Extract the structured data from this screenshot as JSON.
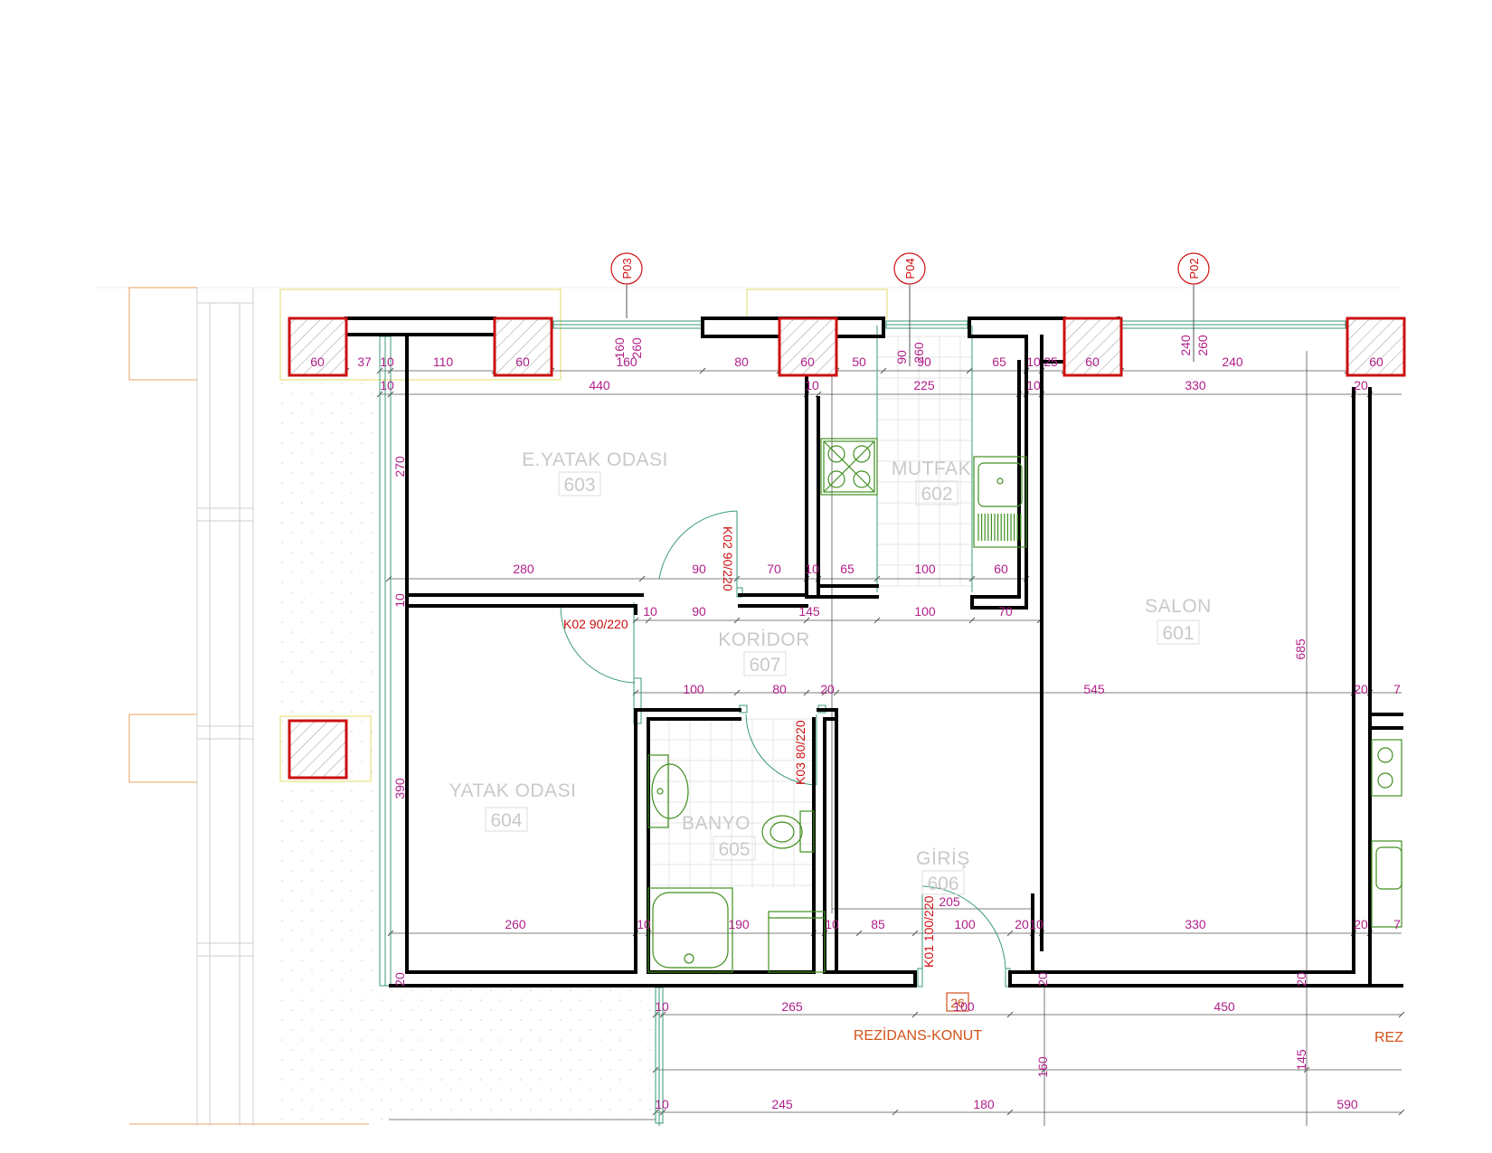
{
  "axes": [
    "P03",
    "P04",
    "P02"
  ],
  "rooms": {
    "e_yatak": {
      "name": "E.YATAK ODASI",
      "num": "603"
    },
    "mutfak": {
      "name": "MUTFAK",
      "num": "602"
    },
    "salon": {
      "name": "SALON",
      "num": "601"
    },
    "koridor": {
      "name": "KORİDOR",
      "num": "607"
    },
    "yatak": {
      "name": "YATAK ODASI",
      "num": "604"
    },
    "banyo": {
      "name": "BANYO",
      "num": "605"
    },
    "giris": {
      "name": "GİRİŞ",
      "num": "606"
    }
  },
  "doors": {
    "k02_top": "K02 90/220",
    "k02_left": "K02 90/220",
    "k03": "K03 80/220",
    "k01": "K01 100/220"
  },
  "zones": {
    "left": "REZİDANS-KONUT",
    "right": "REZ"
  },
  "entry_tag": "26",
  "dims": {
    "r1": [
      "60",
      "37",
      "10",
      "110",
      "60",
      "160",
      "80",
      "60",
      "50",
      "90",
      "65",
      "10",
      "25",
      "60",
      "240",
      "60"
    ],
    "r1_vert": [
      "160",
      "260",
      "90",
      "260",
      "240",
      "260"
    ],
    "r2": [
      "10",
      "440",
      "10",
      "225",
      "10",
      "330",
      "20"
    ],
    "r3": [
      "280",
      "90",
      "70",
      "10",
      "65",
      "100",
      "60"
    ],
    "r4": [
      "10",
      "10",
      "90",
      "145",
      "100",
      "70"
    ],
    "r5": [
      "100",
      "80",
      "20",
      "545",
      "20",
      "7"
    ],
    "r6": [
      "260",
      "10",
      "190",
      "10",
      "85",
      "100",
      "20",
      "10",
      "330",
      "20",
      "7"
    ],
    "r7": [
      "20",
      "20",
      "20"
    ],
    "r8": [
      "10",
      "265",
      "100",
      "450"
    ],
    "r9": [
      "10",
      "245",
      "180",
      "590"
    ],
    "vert": [
      "270",
      "390",
      "685",
      "160",
      "145",
      "205"
    ]
  },
  "colors": {
    "wall": "#000000",
    "column": "#cc1010",
    "dimension": "#b0208a",
    "window": "#3a9a78",
    "fixture": "#3f8f1f",
    "zone": "#d2521a"
  }
}
